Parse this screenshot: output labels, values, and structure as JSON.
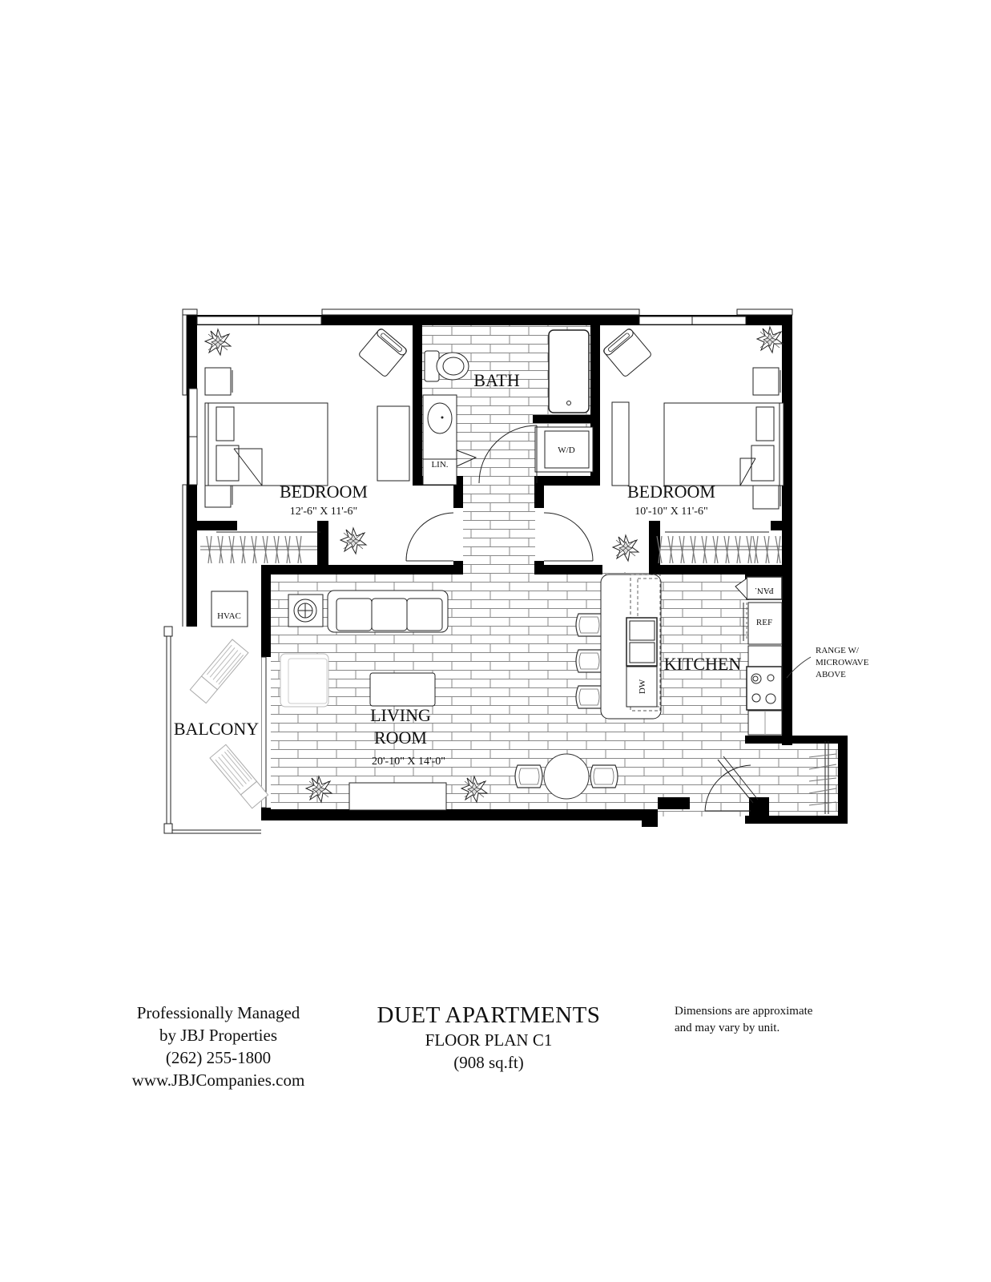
{
  "floor_plan": {
    "rooms": [
      {
        "id": "bedroom_left",
        "name": "BEDROOM",
        "dimensions": "12'-6\" X 11'-6\""
      },
      {
        "id": "bath",
        "name": "BATH"
      },
      {
        "id": "bedroom_right",
        "name": "BEDROOM",
        "dimensions": "10'-10\" X 11'-6\""
      },
      {
        "id": "living",
        "name_line1": "LIVING",
        "name_line2": "ROOM",
        "dimensions": "20'-10\" X 14'-0\""
      },
      {
        "id": "kitchen",
        "name": "KITCHEN"
      },
      {
        "id": "balcony",
        "name": "BALCONY"
      }
    ],
    "fixtures": {
      "linen": "LIN.",
      "washer_dryer": "W/D",
      "hvac": "HVAC",
      "pantry": "PAN.",
      "refrigerator": "REF",
      "dishwasher": "DW"
    },
    "callouts": {
      "range_line1": "RANGE W/",
      "range_line2": "MICROWAVE",
      "range_line3": "ABOVE"
    }
  },
  "footer": {
    "management": {
      "line1": "Professionally Managed",
      "line2": "by JBJ Properties",
      "phone": "(262) 255-1800",
      "website": "www.JBJCompanies.com"
    },
    "property": {
      "name": "DUET APARTMENTS",
      "plan": "FLOOR PLAN C1",
      "area": "(908 sq.ft)"
    },
    "disclaimer": {
      "line1": "Dimensions are approximate",
      "line2": "and may vary by unit."
    }
  },
  "colors": {
    "wall": "#000000",
    "line": "#222222",
    "floor_tile": "#777777",
    "background": "#ffffff"
  }
}
